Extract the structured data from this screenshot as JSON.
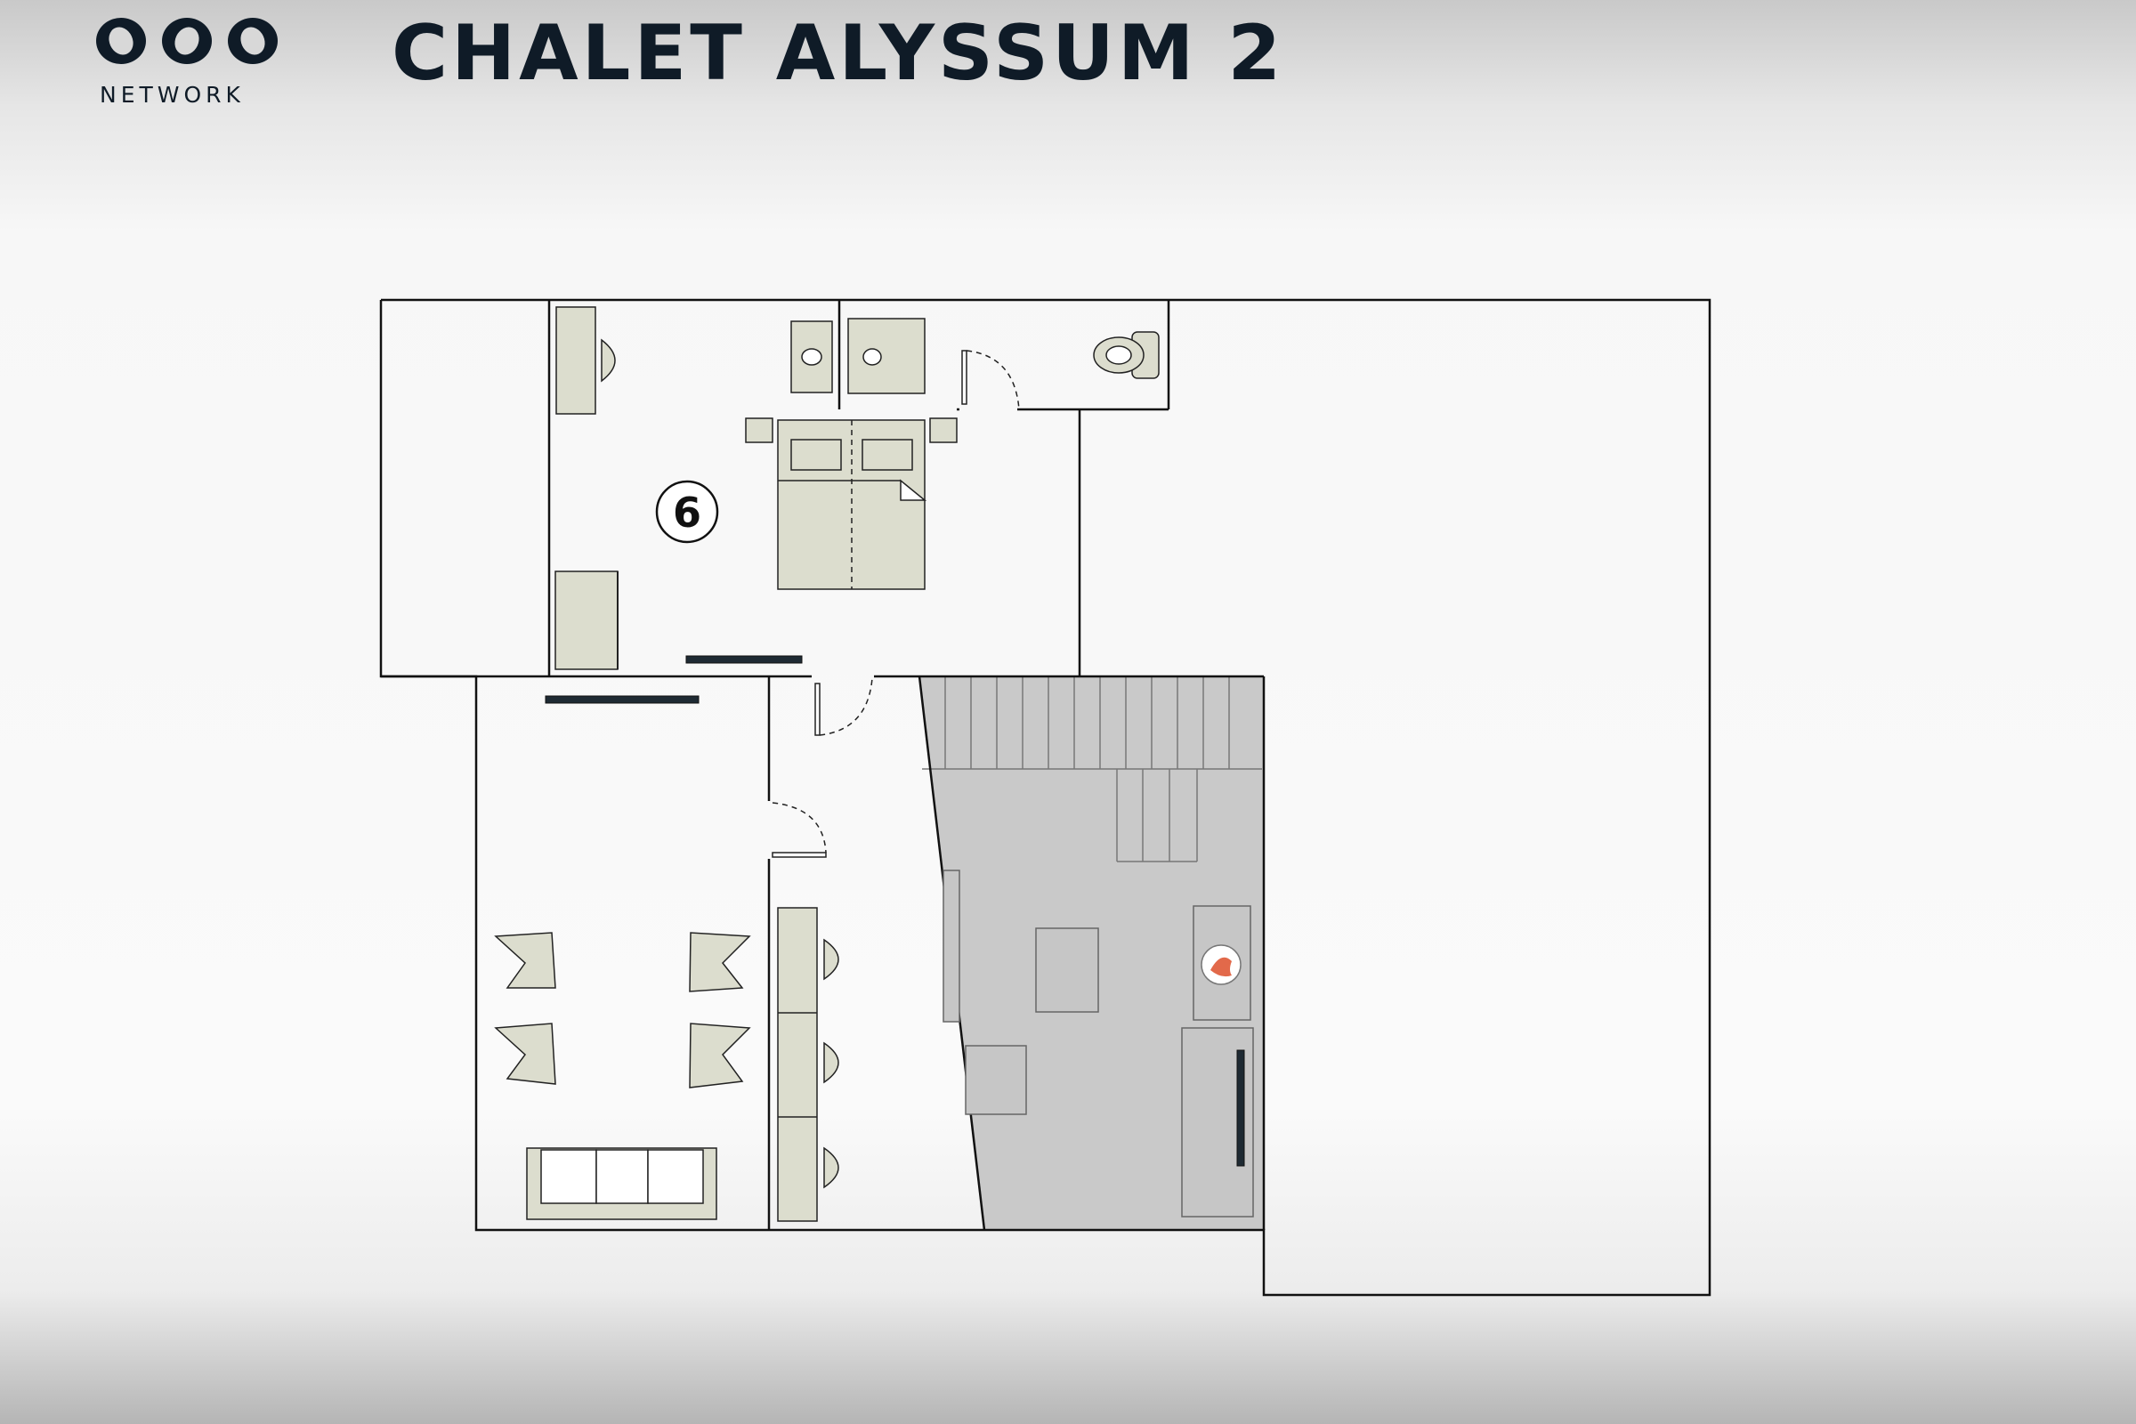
{
  "brand": {
    "logo_text": "NETWORK",
    "logo_icon": "ovo-network-logo",
    "color": "#0f1b27"
  },
  "title": "CHALET ALYSSUM 2",
  "floorplan": {
    "room_number": "6",
    "colors": {
      "living_area": "#c9c9c9",
      "furniture": "#dcddce",
      "fireplace_flame": "#e2694a"
    }
  }
}
